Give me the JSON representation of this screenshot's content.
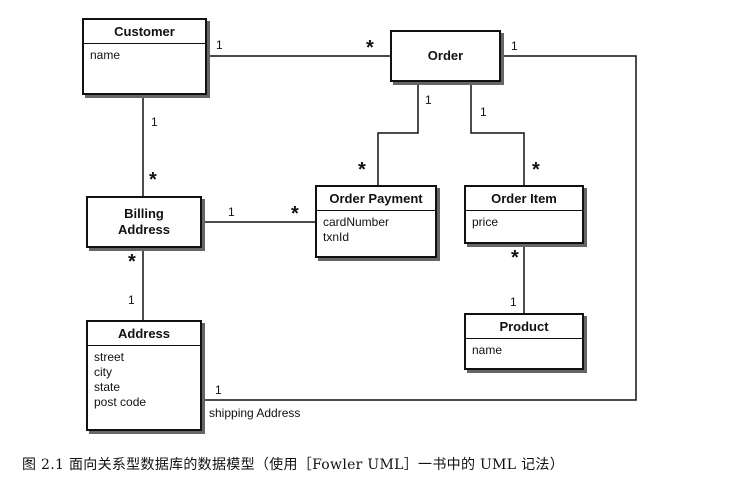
{
  "classes": {
    "customer": {
      "name": "Customer",
      "attributes": [
        "name"
      ]
    },
    "order": {
      "name": "Order"
    },
    "order_payment": {
      "name": "Order Payment",
      "attributes": [
        "cardNumber",
        "txnId"
      ]
    },
    "order_item": {
      "name": "Order Item",
      "attributes": [
        "price"
      ]
    },
    "billing_address": {
      "name_line1": "Billing",
      "name_line2": "Address"
    },
    "address": {
      "name": "Address",
      "attributes": [
        "street",
        "city",
        "state",
        "post code"
      ]
    },
    "product": {
      "name": "Product",
      "attributes": [
        "name"
      ]
    }
  },
  "multiplicities": {
    "customer_order_customer": "1",
    "customer_order_order": "*",
    "customer_billing_customer": "1",
    "customer_billing_billing": "*",
    "order_payment_order": "1",
    "order_payment_payment": "*",
    "order_item_order": "1",
    "order_item_item": "*",
    "billing_payment_billing": "1",
    "billing_payment_payment": "*",
    "billing_address_billing": "*",
    "billing_address_address": "1",
    "item_product_item": "*",
    "item_product_product": "1",
    "order_shipping_order": "1",
    "order_shipping_address": "1"
  },
  "roles": {
    "shipping": "shipping Address"
  },
  "caption": "图 2.1    面向关系型数据库的数据模型（使用［Fowler UML］一书中的 UML 记法）"
}
